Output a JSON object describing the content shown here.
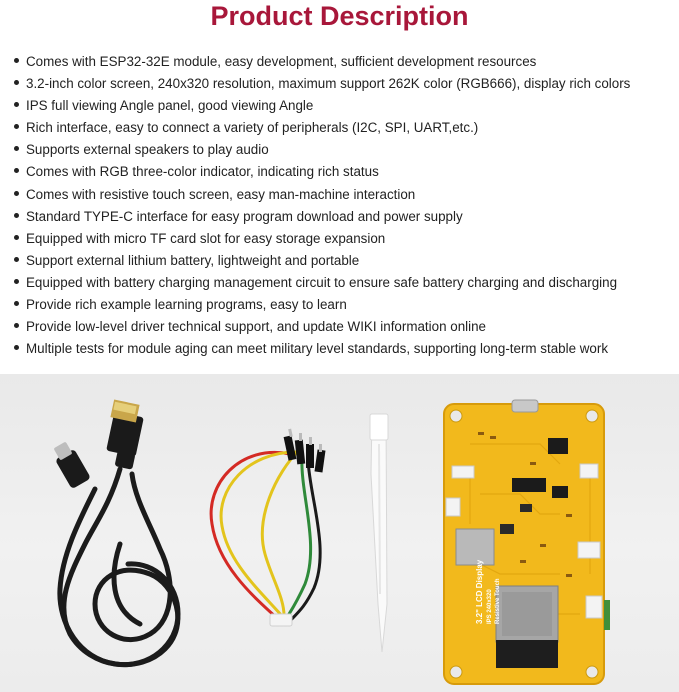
{
  "title": "Product Description",
  "features": [
    "Comes with ESP32-32E module, easy development, sufficient development resources",
    "3.2-inch color screen, 240x320 resolution, maximum support 262K color (RGB666), display rich colors",
    "IPS full viewing Angle panel, good viewing Angle",
    "Rich interface, easy to connect a variety of peripherals (I2C, SPI, UART,etc.)",
    "Supports external speakers to play audio",
    "Comes with RGB three-color indicator, indicating rich status",
    "Comes with resistive touch screen, easy man-machine interaction",
    "Standard TYPE-C interface for easy program download and power supply",
    "Equipped with micro TF card slot for easy storage expansion",
    "Support external lithium battery, lightweight and portable",
    "Equipped with battery charging management circuit to ensure safe battery charging and discharging",
    "Provide rich example learning programs, easy to learn",
    "Provide low-level driver technical support, and update WIKI information online",
    "Multiple tests for module aging can meet military level standards, supporting long-term stable work"
  ],
  "product_photo": {
    "items": [
      "usb-c-cable",
      "jst-wire-harness",
      "stylus-pen",
      "lcd-board"
    ],
    "board_silkscreen": {
      "line1": "3.2\" LCD Display",
      "line2": "IPS 240x320",
      "line3": "Resistive Touch"
    },
    "colors": {
      "board": "#f2b91c",
      "cable": "#1b1b1b",
      "wire_red": "#d42a24",
      "wire_yellow": "#e3c41c",
      "wire_green": "#2f8a3a",
      "wire_black": "#1a1a1a",
      "stylus": "#fafafa"
    }
  }
}
